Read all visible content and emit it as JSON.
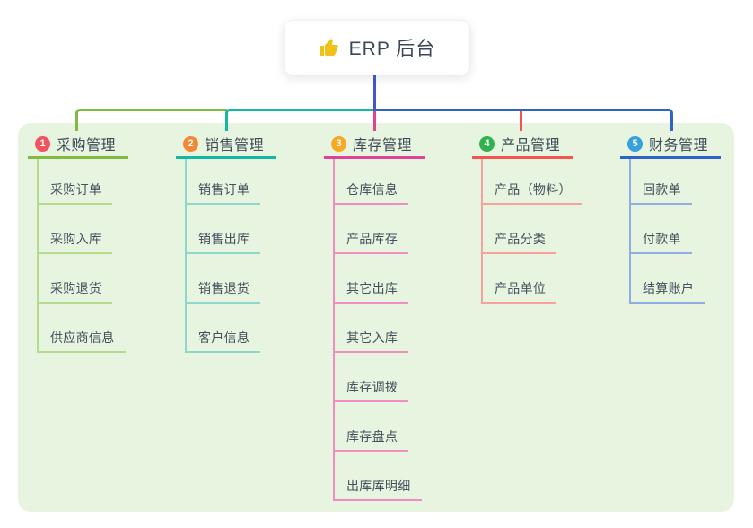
{
  "root": {
    "label": "ERP 后台",
    "icon": "thumbs-up-icon",
    "line_color": "#4457c5"
  },
  "canvas": {
    "background": "#ffffff",
    "panel_background": "#e6f4e0"
  },
  "branches": [
    {
      "index": "1",
      "label": "采购管理",
      "badge_color": "#f0545f",
      "line_color": "#7fbb41",
      "child_line_color": "#b5dc8d",
      "children": [
        "采购订单",
        "采购入库",
        "采购退货",
        "供应商信息"
      ]
    },
    {
      "index": "2",
      "label": "销售管理",
      "badge_color": "#f58634",
      "line_color": "#14b7a4",
      "child_line_color": "#8ed8cb",
      "children": [
        "销售订单",
        "销售出库",
        "销售退货",
        "客户信息"
      ]
    },
    {
      "index": "3",
      "label": "库存管理",
      "badge_color": "#f7a825",
      "line_color": "#dd4397",
      "child_line_color": "#f08cc0",
      "children": [
        "仓库信息",
        "产品库存",
        "其它出库",
        "其它入库",
        "库存调拨",
        "库存盘点",
        "出库库明细"
      ]
    },
    {
      "index": "4",
      "label": "产品管理",
      "badge_color": "#2fb34f",
      "line_color": "#f2544f",
      "child_line_color": "#f7a29c",
      "children": [
        "产品（物料）",
        "产品分类",
        "产品单位"
      ]
    },
    {
      "index": "5",
      "label": "财务管理",
      "badge_color": "#35a0dc",
      "line_color": "#2f63c8",
      "child_line_color": "#92ade2",
      "children": [
        "回款单",
        "付款单",
        "结算账户"
      ]
    }
  ]
}
